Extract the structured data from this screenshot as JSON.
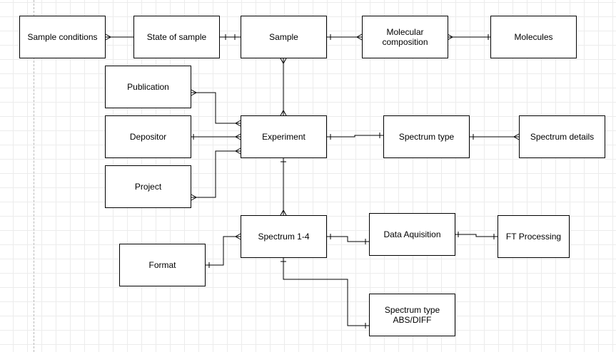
{
  "entities": {
    "sample_conditions": "Sample conditions",
    "state_of_sample": "State of sample",
    "sample": "Sample",
    "molecular_composition": "Molecular\ncomposition",
    "molecules": "Molecules",
    "publication": "Publication",
    "depositor": "Depositor",
    "project": "Project",
    "experiment": "Experiment",
    "spectrum_type": "Spectrum type",
    "spectrum_details": "Spectrum details",
    "spectrum_1_4": "Spectrum 1-4",
    "data_aquisition": "Data Aquisition",
    "ft_processing": "FT Processing",
    "format": "Format",
    "spectrum_type_abs_diff": "Spectrum type\nABS/DIFF"
  }
}
